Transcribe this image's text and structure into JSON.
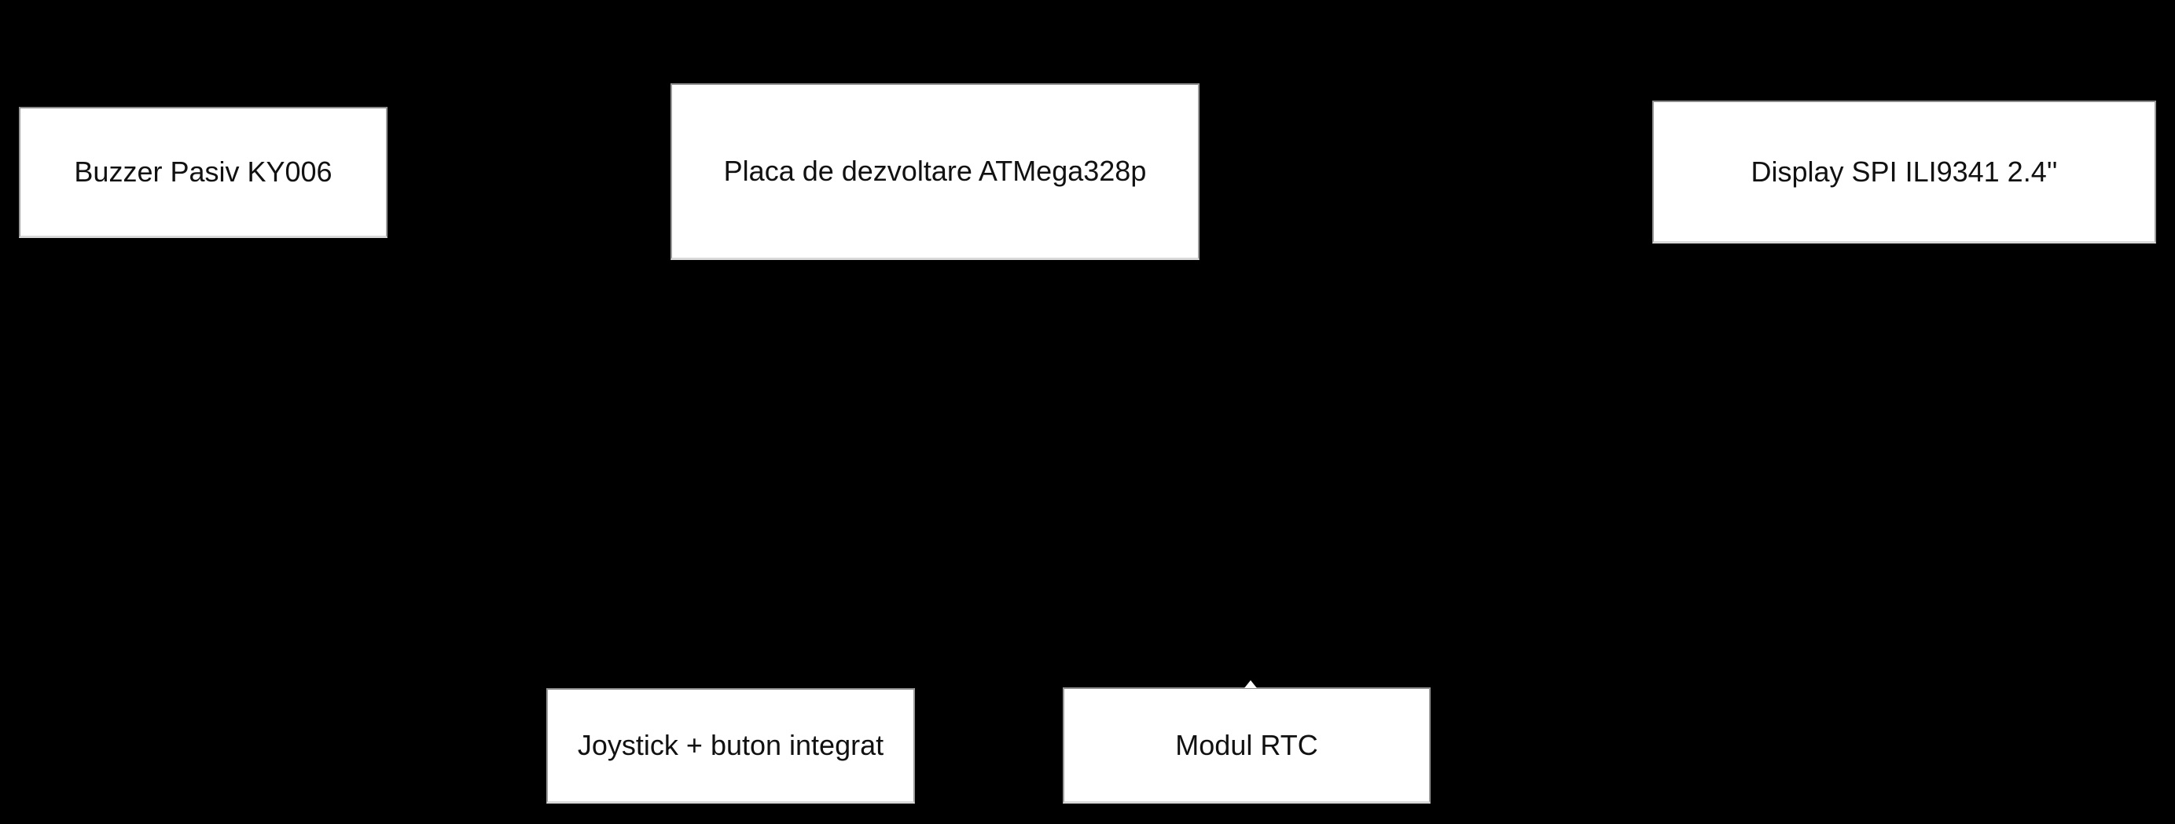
{
  "diagram": {
    "background_color": "#000000",
    "node_fill_color": "#ffffff",
    "node_border_color": "#9b9b9b",
    "node_text_color": "#111111",
    "nodes": [
      {
        "id": "buzzer",
        "label": "Buzzer Pasiv KY006"
      },
      {
        "id": "placa",
        "label": "Placa de dezvoltare ATMega328p"
      },
      {
        "id": "display",
        "label": "Display SPI ILI9341 2.4''"
      },
      {
        "id": "joystick",
        "label": "Joystick + buton integrat"
      },
      {
        "id": "rtc",
        "label": "Modul RTC"
      }
    ]
  }
}
